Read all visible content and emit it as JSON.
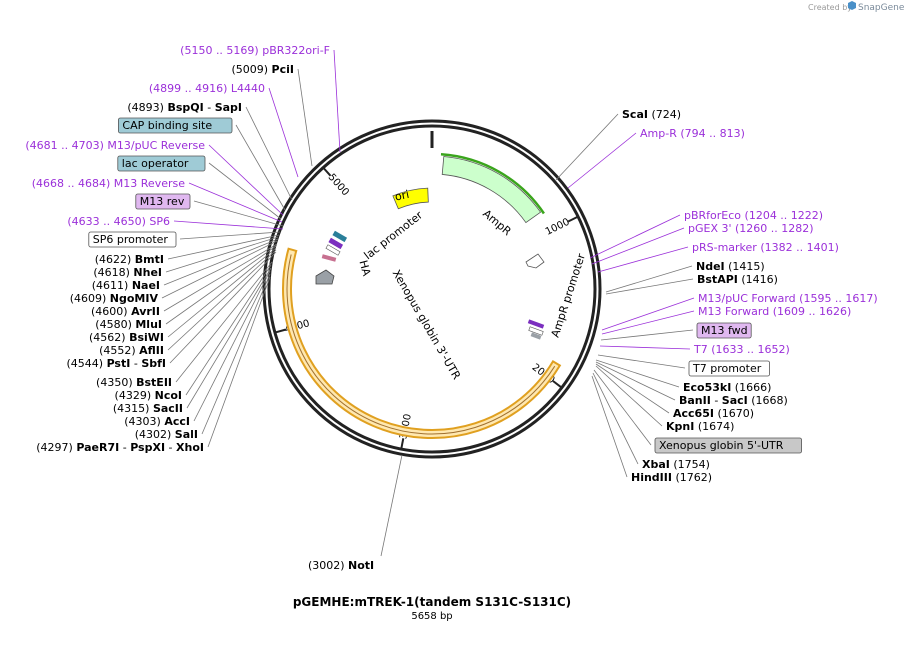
{
  "credit": {
    "text": "Created by",
    "brand": "SnapGene"
  },
  "plasmid": {
    "name": "pGEMHE:mTREK-1(tandem S131C-S131C)",
    "length_text": "5658 bp"
  },
  "ticks": [
    "1000",
    "2000",
    "3000",
    "4000",
    "5000"
  ],
  "features": {
    "ori": "ori",
    "lac_promoter": "lac promoter",
    "ampr": "AmpR",
    "ampr_promoter": "AmpR promoter",
    "ha": "HA",
    "xenopus_3utr": "Xenopus globin 3'-UTR"
  },
  "left_labels": [
    {
      "pos": "(5150 .. 5169)",
      "name": "pBR322ori-F",
      "kind": "primer"
    },
    {
      "pos": "(5009)",
      "name": "PciI",
      "kind": "enzyme"
    },
    {
      "pos": "(4899 .. 4916)",
      "name": "L4440",
      "kind": "primer"
    },
    {
      "pos": "(4893)",
      "name": "BspQI",
      "extra": "SapI",
      "kind": "enzyme"
    },
    {
      "name": "CAP binding site",
      "kind": "box-blue"
    },
    {
      "pos": "(4681 .. 4703)",
      "name": "M13/pUC Reverse",
      "kind": "primer"
    },
    {
      "name": "lac operator",
      "kind": "box-blue"
    },
    {
      "pos": "(4668 .. 4684)",
      "name": "M13 Reverse",
      "kind": "primer"
    },
    {
      "name": "M13 rev",
      "kind": "box-purple"
    },
    {
      "pos": "(4633 .. 4650)",
      "name": "SP6",
      "kind": "primer"
    },
    {
      "name": "SP6 promoter",
      "kind": "box-white"
    },
    {
      "pos": "(4622)",
      "name": "BmtI",
      "kind": "enzyme"
    },
    {
      "pos": "(4618)",
      "name": "NheI",
      "kind": "enzyme"
    },
    {
      "pos": "(4611)",
      "name": "NaeI",
      "kind": "enzyme"
    },
    {
      "pos": "(4609)",
      "name": "NgoMIV",
      "kind": "enzyme"
    },
    {
      "pos": "(4600)",
      "name": "AvrII",
      "kind": "enzyme"
    },
    {
      "pos": "(4580)",
      "name": "MluI",
      "kind": "enzyme"
    },
    {
      "pos": "(4562)",
      "name": "BsiWI",
      "kind": "enzyme"
    },
    {
      "pos": "(4552)",
      "name": "AflII",
      "kind": "enzyme"
    },
    {
      "pos": "(4544)",
      "name": "PstI",
      "extra": "SbfI",
      "kind": "enzyme"
    },
    {
      "pos": "(4350)",
      "name": "BstEII",
      "kind": "enzyme"
    },
    {
      "pos": "(4329)",
      "name": "NcoI",
      "kind": "enzyme"
    },
    {
      "pos": "(4315)",
      "name": "SacII",
      "kind": "enzyme"
    },
    {
      "pos": "(4303)",
      "name": "AccI",
      "kind": "enzyme"
    },
    {
      "pos": "(4302)",
      "name": "SalI",
      "kind": "enzyme"
    },
    {
      "pos": "(4297)",
      "name": "PaeR7I",
      "extra": "PspXI",
      "extra2": "XhoI",
      "kind": "enzyme"
    }
  ],
  "right_labels": [
    {
      "name": "ScaI",
      "pos": "(724)",
      "kind": "enzyme"
    },
    {
      "name": "Amp-R",
      "pos": "(794 .. 813)",
      "kind": "primer"
    },
    {
      "name": "pBRforEco",
      "pos": "(1204 .. 1222)",
      "kind": "primer"
    },
    {
      "name": "pGEX 3'",
      "pos": "(1260 .. 1282)",
      "kind": "primer"
    },
    {
      "name": "pRS-marker",
      "pos": "(1382 .. 1401)",
      "kind": "primer"
    },
    {
      "name": "NdeI",
      "pos": "(1415)",
      "kind": "enzyme"
    },
    {
      "name": "BstAPI",
      "pos": "(1416)",
      "kind": "enzyme"
    },
    {
      "name": "M13/pUC Forward",
      "pos": "(1595 .. 1617)",
      "kind": "primer"
    },
    {
      "name": "M13 Forward",
      "pos": "(1609 .. 1626)",
      "kind": "primer"
    },
    {
      "name": "M13 fwd",
      "kind": "box-purple"
    },
    {
      "name": "T7",
      "pos": "(1633 .. 1652)",
      "kind": "primer"
    },
    {
      "name": "T7 promoter",
      "kind": "box-white"
    },
    {
      "name": "Eco53kI",
      "pos": "(1666)",
      "kind": "enzyme"
    },
    {
      "name": "BanII",
      "extra": "SacI",
      "pos": "(1668)",
      "kind": "enzyme"
    },
    {
      "name": "Acc65I",
      "pos": "(1670)",
      "kind": "enzyme"
    },
    {
      "name": "KpnI",
      "pos": "(1674)",
      "kind": "enzyme"
    },
    {
      "name": "Xenopus globin 5'-UTR",
      "kind": "box-gray"
    },
    {
      "name": "XbaI",
      "pos": "(1754)",
      "kind": "enzyme"
    },
    {
      "name": "HindIII",
      "pos": "(1762)",
      "kind": "enzyme"
    }
  ],
  "bottom_label": {
    "pos": "(3002)",
    "name": "NotI"
  },
  "colors": {
    "primer": "#9b30d9",
    "ori": "#ffff00",
    "ampr": "#ccffcc",
    "utr3": "#ffe8b0",
    "box_blue": "#9fcbd6",
    "box_purple": "#e0b8f0",
    "box_gray": "#c8c8c8"
  }
}
